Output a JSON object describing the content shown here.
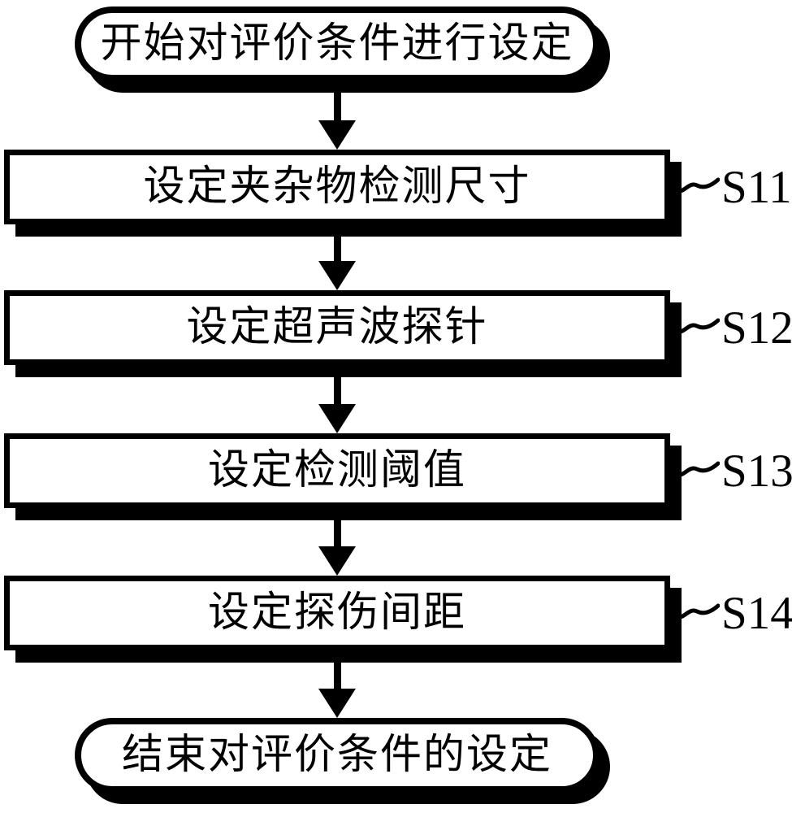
{
  "colors": {
    "ink": "#000000",
    "paper": "#ffffff"
  },
  "icons": {
    "arrow_down": "▼",
    "tilde_connector": "〜"
  },
  "flowchart": {
    "start": {
      "label": "开始对评价条件进行设定"
    },
    "steps": [
      {
        "label": "设定夹杂物检测尺寸",
        "tag": "S11"
      },
      {
        "label": "设定超声波探针",
        "tag": "S12"
      },
      {
        "label": "设定检测阈值",
        "tag": "S13"
      },
      {
        "label": "设定探伤间距",
        "tag": "S14"
      }
    ],
    "end": {
      "label": "结束对评价条件的设定"
    }
  }
}
